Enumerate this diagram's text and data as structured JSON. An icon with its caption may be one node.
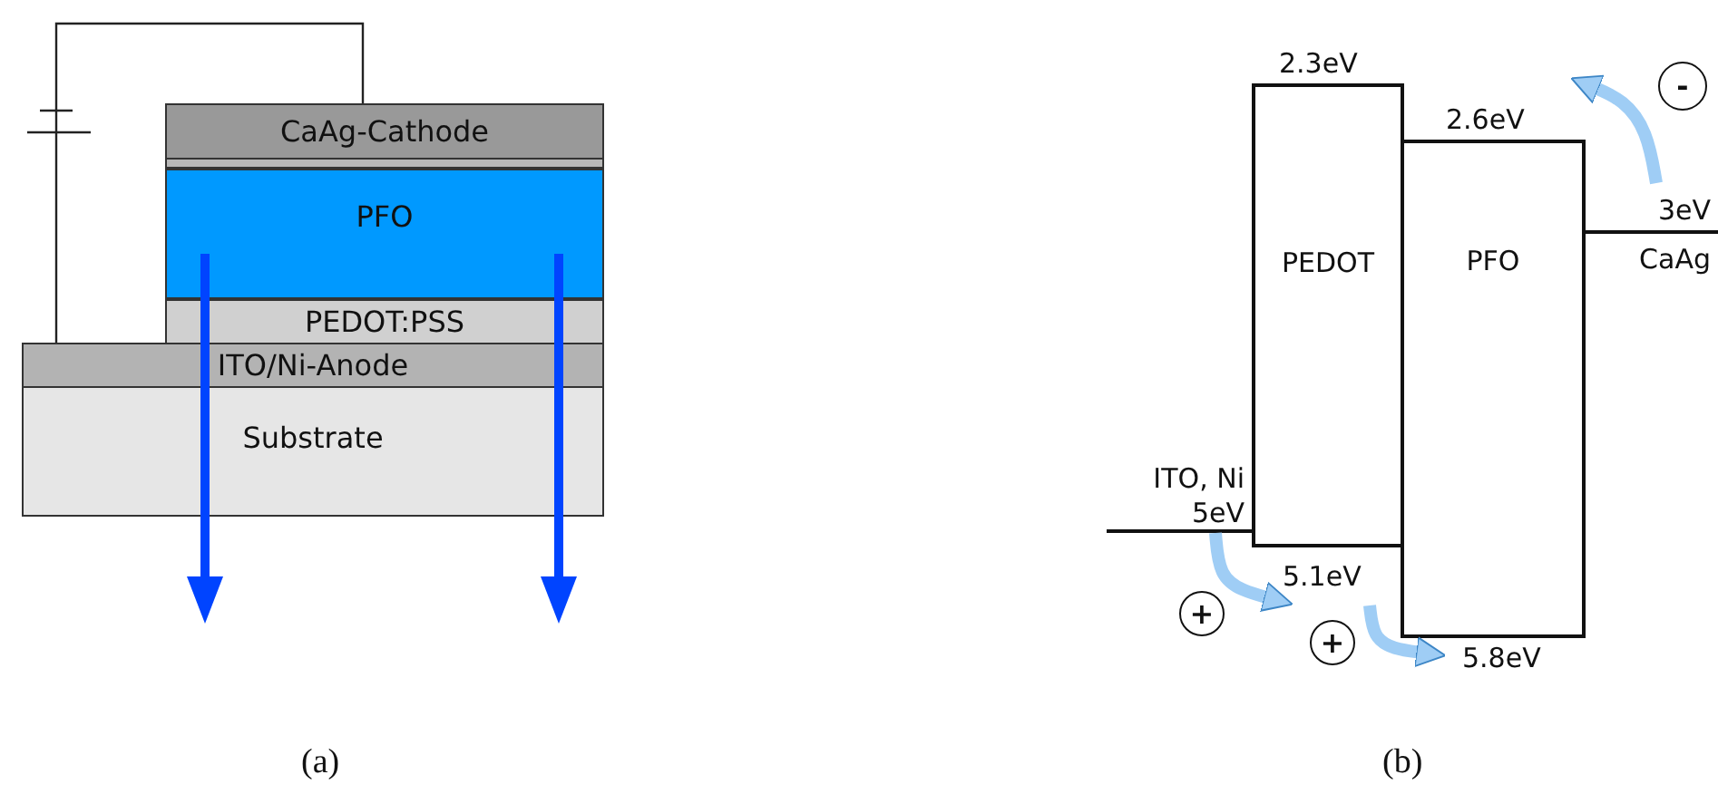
{
  "diagram": {
    "nodes": [
      {
        "text": [
          "CaAg-Cathode"
        ]
      },
      {
        "text": [
          "PFO"
        ]
      },
      {
        "text": [
          "PEDOT:PSS"
        ]
      },
      {
        "text": [
          "ITO/Ni-Anode"
        ]
      },
      {
        "text": [
          "Substrate"
        ]
      },
      {
        "text": [
          "PEDOT"
        ],
        "beside": [
          "2.3eV",
          "5.1eV"
        ]
      },
      {
        "text": [
          "PFO"
        ],
        "beside": [
          "2.6eV",
          "5.8eV"
        ]
      },
      {
        "text": [
          "-"
        ]
      },
      {
        "text": [
          "3eV",
          "CaAg"
        ]
      },
      {
        "text": [
          "ITO, Ni",
          "5eV"
        ]
      },
      {
        "text": [
          "+"
        ]
      },
      {
        "text": [
          "+"
        ]
      }
    ],
    "edges": [
      {
        "from": 0,
        "to": 3,
        "arrow": "none",
        "color": "#222222"
      },
      {
        "from": 9,
        "to": 5,
        "arrow": "to"
      },
      {
        "from": 5,
        "to": 6,
        "arrow": "to"
      },
      {
        "from": 8,
        "to": 6,
        "arrow": "to"
      }
    ],
    "labels": [
      "(a)",
      "(b)"
    ]
  }
}
